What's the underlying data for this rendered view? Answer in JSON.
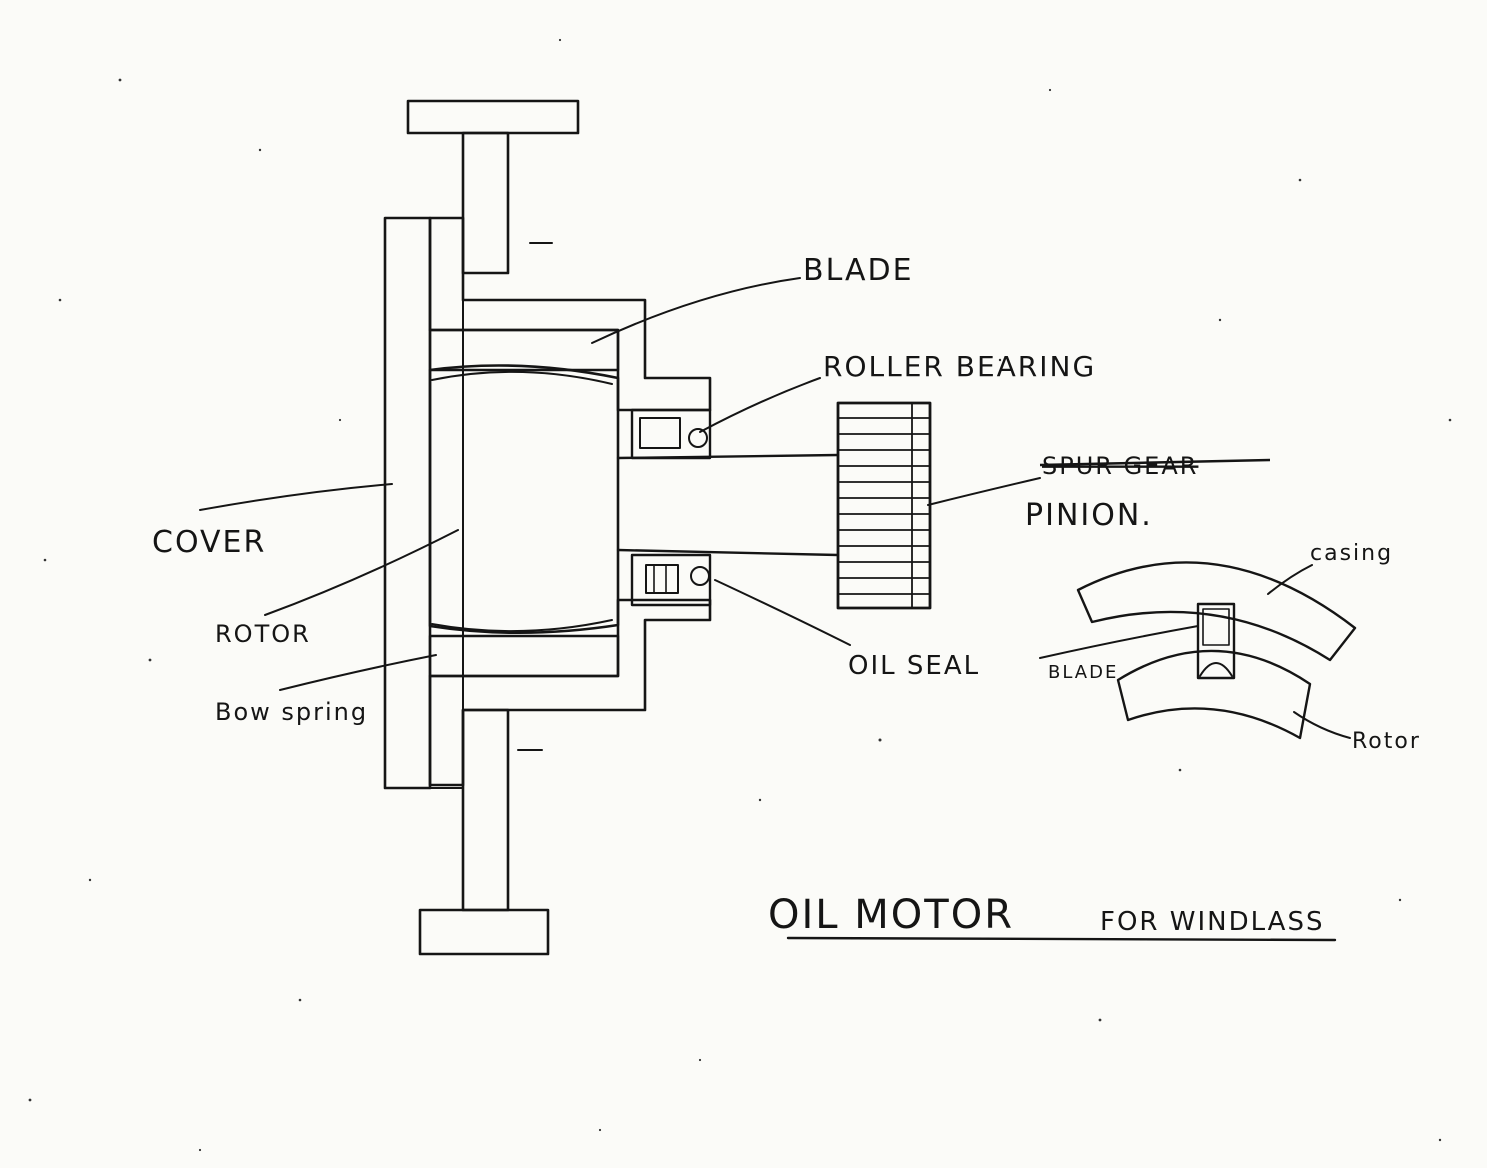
{
  "title": "OIL MOTOR",
  "subtitle": "FOR WINDLASS",
  "labels": {
    "blade": "BLADE",
    "roller_bearing": "ROLLER BEARING",
    "spur_gear_struck": "SPUR GEAR",
    "pinion": "PINION.",
    "cover": "COVER",
    "rotor": "ROTOR",
    "bow_spring": "Bow spring",
    "oil_seal": "OIL SEAL",
    "detail_casing": "casing",
    "detail_blade": "BLADE",
    "detail_rotor": "Rotor"
  },
  "colors": {
    "ink": "#151515",
    "paper": "#fbfbf8"
  }
}
